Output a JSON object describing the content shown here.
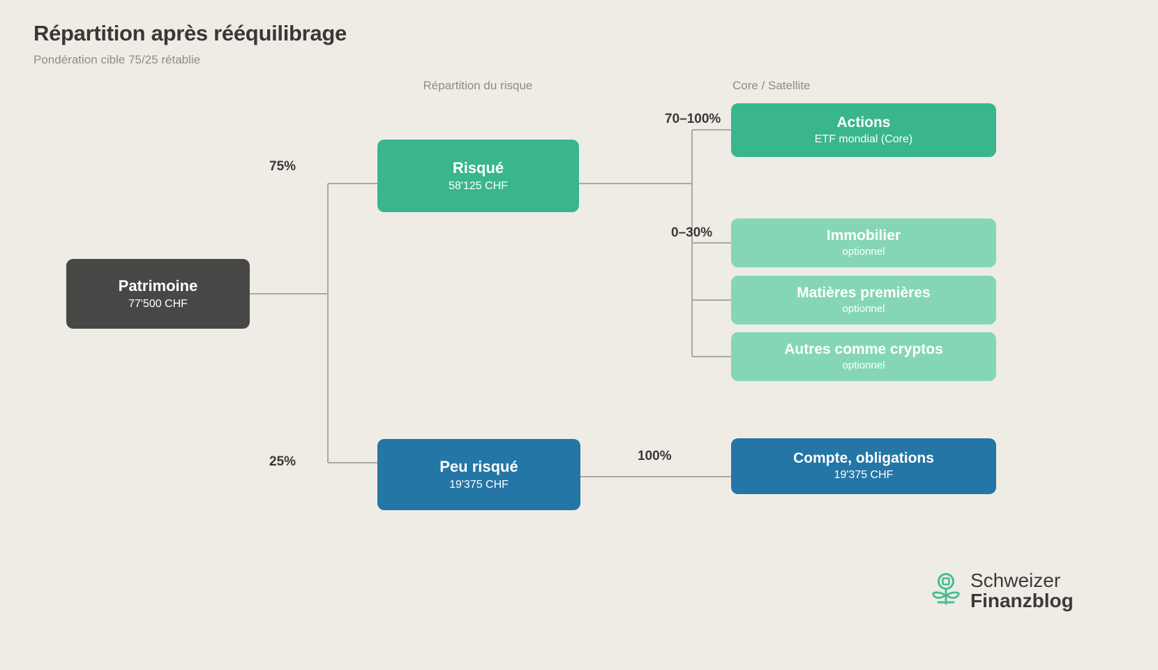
{
  "header": {
    "title": "Répartition après rééquilibrage",
    "subtitle": "Pondération cible 75/25 rétablie"
  },
  "columns": {
    "risk": "Répartition du risque",
    "core": "Core / Satellite"
  },
  "nodes": {
    "root": {
      "label": "Patrimoine",
      "value": "77'500 CHF"
    },
    "risky": {
      "label": "Risqué",
      "value": "58'125 CHF"
    },
    "safe": {
      "label": "Peu risqué",
      "value": "19'375 CHF"
    },
    "equities": {
      "label": "Actions",
      "value": "ETF mondial (Core)"
    },
    "realestate": {
      "label": "Immobilier",
      "value": "optionnel"
    },
    "commodities": {
      "label": "Matières premières",
      "value": "optionnel"
    },
    "crypto": {
      "label": "Autres comme cryptos",
      "value": "optionnel"
    },
    "bonds": {
      "label": "Compte, obligations",
      "value": "19'375 CHF"
    }
  },
  "edges": {
    "root_to_risky": "75%",
    "root_to_safe": "25%",
    "risky_to_equities": "70–100%",
    "risky_to_optional": "0–30%",
    "safe_to_bonds": "100%"
  },
  "logo": {
    "line1": "Schweizer",
    "line2": "Finanzblog"
  },
  "colors": {
    "background": "#efece5",
    "dark": "#474745",
    "green": "#39b68c",
    "green_light": "#85d6b7",
    "blue": "#2476a6",
    "connector": "#a9a9a2",
    "muted_text": "#8c8c88"
  }
}
